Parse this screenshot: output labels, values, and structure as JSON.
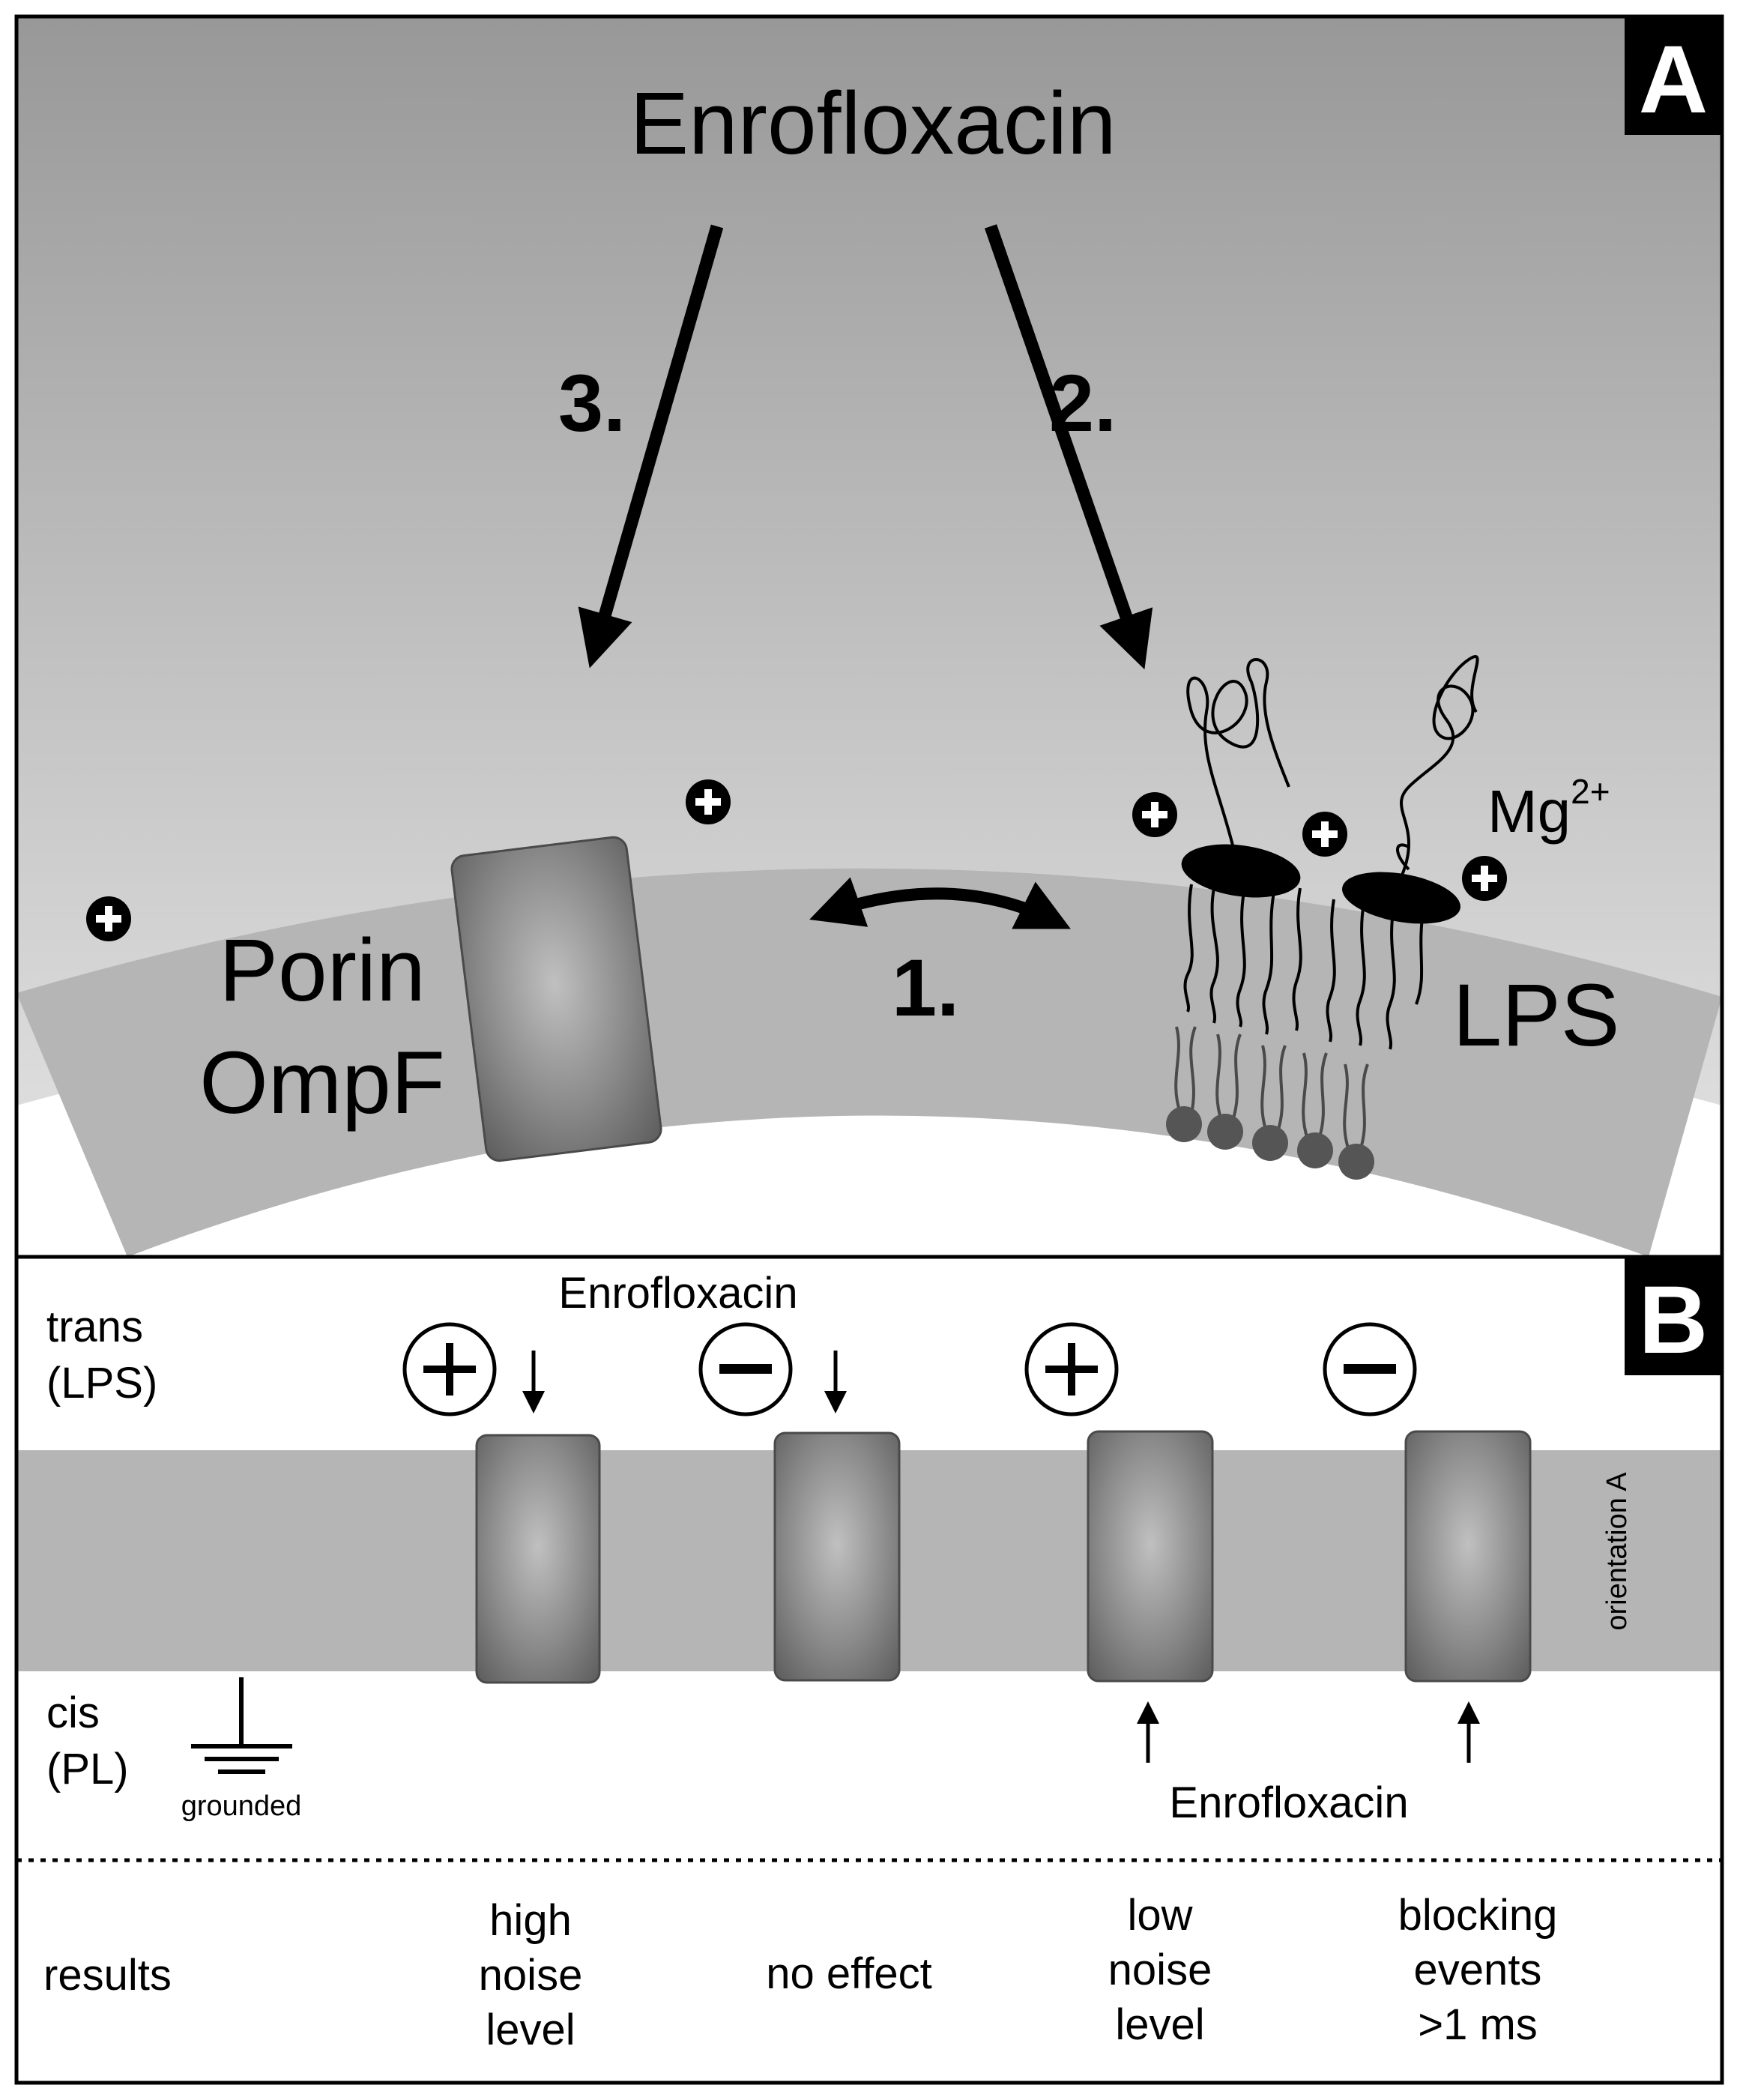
{
  "panel_a": {
    "panel_label": "A",
    "title": "Enrofloxacin",
    "arrow_labels": {
      "one": "1.",
      "two": "2.",
      "three": "3."
    },
    "porin_label_line1": "Porin",
    "porin_label_line2": "OmpF",
    "lps_label": "LPS",
    "ion_label_base": "Mg",
    "ion_label_sup": "2+",
    "plus_symbol": "+"
  },
  "panel_b": {
    "panel_label": "B",
    "trans_line1": "trans",
    "trans_line2": "(LPS)",
    "cis_line1": "cis",
    "cis_line2": "(PL)",
    "grounded": "grounded",
    "orientation": "orientation A",
    "drug_top": "Enrofloxacin",
    "drug_bottom": "Enrofloxacin",
    "results_label": "results",
    "results": [
      {
        "polarity": "+",
        "lines": [
          "high",
          "noise",
          "level"
        ]
      },
      {
        "polarity": "−",
        "lines": [
          "no effect"
        ]
      },
      {
        "polarity": "+",
        "lines": [
          "low",
          "noise",
          "level"
        ]
      },
      {
        "polarity": "−",
        "lines": [
          "blocking",
          "events",
          ">1 ms"
        ]
      }
    ]
  },
  "colors": {
    "sky_top": "#989898",
    "sky_bottom": "#e2e2e2",
    "membrane": "#b5b5b5",
    "porin_center": "#b8b8b8",
    "porin_edge": "#5e5e5e",
    "lps_head": "#555555"
  }
}
